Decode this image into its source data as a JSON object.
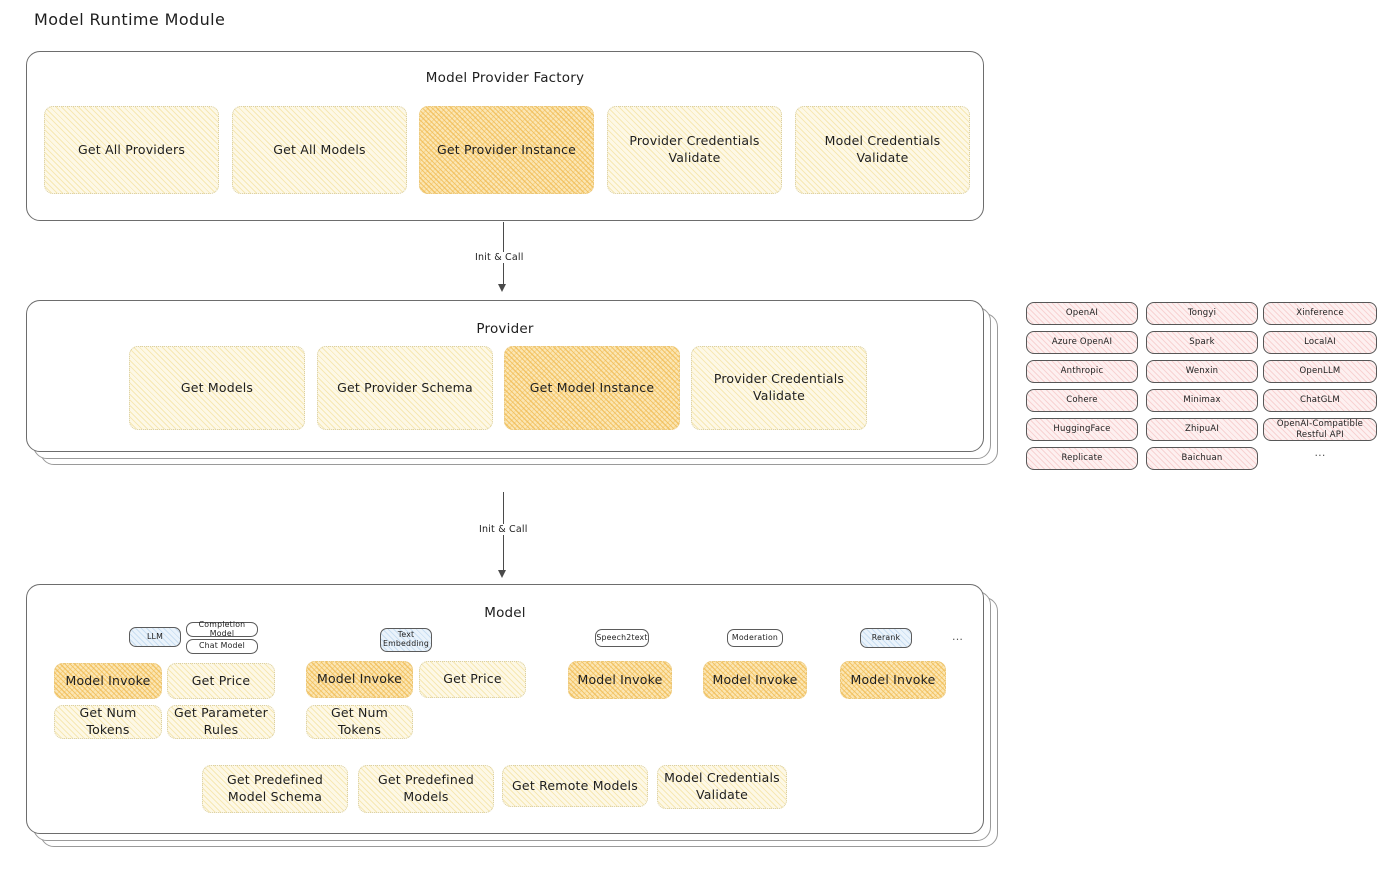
{
  "page": {
    "title": "Model Runtime Module"
  },
  "factory": {
    "title": "Model Provider Factory",
    "items": [
      {
        "label": "Get All Providers",
        "highlighted": false
      },
      {
        "label": "Get All Models",
        "highlighted": false
      },
      {
        "label": "Get Provider Instance",
        "highlighted": true
      },
      {
        "label": "Provider Credentials Validate",
        "highlighted": false
      },
      {
        "label": "Model Credentials Validate",
        "highlighted": false
      }
    ]
  },
  "arrows": [
    {
      "label": "Init & Call"
    },
    {
      "label": "Init & Call"
    }
  ],
  "provider": {
    "title": "Provider",
    "items": [
      {
        "label": "Get Models",
        "highlighted": false
      },
      {
        "label": "Get Provider Schema",
        "highlighted": false
      },
      {
        "label": "Get Model Instance",
        "highlighted": true
      },
      {
        "label": "Provider Credentials Validate",
        "highlighted": false
      }
    ]
  },
  "provider_list": {
    "columns": [
      [
        "OpenAI",
        "Azure OpenAI",
        "Anthropic",
        "Cohere",
        "HuggingFace",
        "Replicate"
      ],
      [
        "Tongyi",
        "Spark",
        "Wenxin",
        "Minimax",
        "ZhipuAI",
        "Baichuan"
      ],
      [
        "Xinference",
        "LocalAI",
        "OpenLLM",
        "ChatGLM",
        "OpenAI-Compatible Restful API"
      ]
    ],
    "ellipsis": "..."
  },
  "model": {
    "title": "Model",
    "ellipsis": "...",
    "types": [
      {
        "badge": "LLM",
        "badge_style": "blue",
        "sub_badges": [
          "Completion Model",
          "Chat Model"
        ],
        "actions": [
          {
            "label": "Model Invoke",
            "highlighted": true
          },
          {
            "label": "Get Price",
            "highlighted": false
          },
          {
            "label": "Get Num Tokens",
            "highlighted": false
          },
          {
            "label": "Get Parameter Rules",
            "highlighted": false
          }
        ]
      },
      {
        "badge": "Text Embedding",
        "badge_style": "blue",
        "sub_badges": [],
        "actions": [
          {
            "label": "Model Invoke",
            "highlighted": true
          },
          {
            "label": "Get Price",
            "highlighted": false
          },
          {
            "label": "Get Num Tokens",
            "highlighted": false
          }
        ]
      },
      {
        "badge": "Speech2text",
        "badge_style": "plain",
        "sub_badges": [],
        "actions": [
          {
            "label": "Model Invoke",
            "highlighted": true
          }
        ]
      },
      {
        "badge": "Moderation",
        "badge_style": "plain",
        "sub_badges": [],
        "actions": [
          {
            "label": "Model Invoke",
            "highlighted": true
          }
        ]
      },
      {
        "badge": "Rerank",
        "badge_style": "blue",
        "sub_badges": [],
        "actions": [
          {
            "label": "Model Invoke",
            "highlighted": true
          }
        ]
      }
    ],
    "common_actions": [
      {
        "label": "Get Predefined Model Schema"
      },
      {
        "label": "Get Predefined Models"
      },
      {
        "label": "Get Remote Models"
      },
      {
        "label": "Model Credentials Validate"
      }
    ]
  },
  "colors": {
    "fill_light": "#fdf8e6",
    "fill_strong": "#fbe6b4",
    "chip_pink": "#fdf0f0",
    "badge_blue": "#eaf3fb",
    "stroke": "#6d6d6d"
  }
}
